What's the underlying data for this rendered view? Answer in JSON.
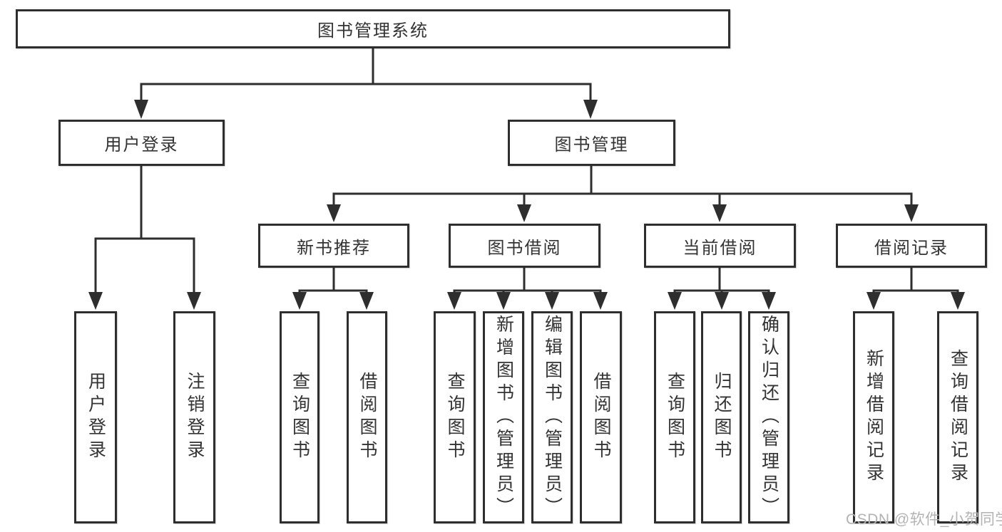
{
  "diagram_type": "hierarchy-tree",
  "tree": {
    "label": "图书管理系统",
    "children": [
      {
        "label": "用户登录",
        "children": [
          {
            "label": "用户登录"
          },
          {
            "label": "注销登录"
          }
        ]
      },
      {
        "label": "图书管理",
        "children": [
          {
            "label": "新书推荐",
            "children": [
              {
                "label": "查询图书"
              },
              {
                "label": "借阅图书"
              }
            ]
          },
          {
            "label": "图书借阅",
            "children": [
              {
                "label": "查询图书"
              },
              {
                "label": "新增图书（管理员）"
              },
              {
                "label": "编辑图书（管理员）"
              },
              {
                "label": "借阅图书"
              }
            ]
          },
          {
            "label": "当前借阅",
            "children": [
              {
                "label": "查询图书"
              },
              {
                "label": "归还图书"
              },
              {
                "label": "确认归还（管理员）"
              }
            ]
          },
          {
            "label": "借阅记录",
            "children": [
              {
                "label": "新增借阅记录"
              },
              {
                "label": "查询借阅记录"
              }
            ]
          }
        ]
      }
    ]
  },
  "watermark": {
    "text": "CSDN @软件_小贺同学"
  },
  "colors": {
    "line": "#2e2e2e",
    "box_border": "#2e2e2e",
    "text": "#333333",
    "watermark": "#b3b3b3",
    "background": "#ffffff"
  }
}
